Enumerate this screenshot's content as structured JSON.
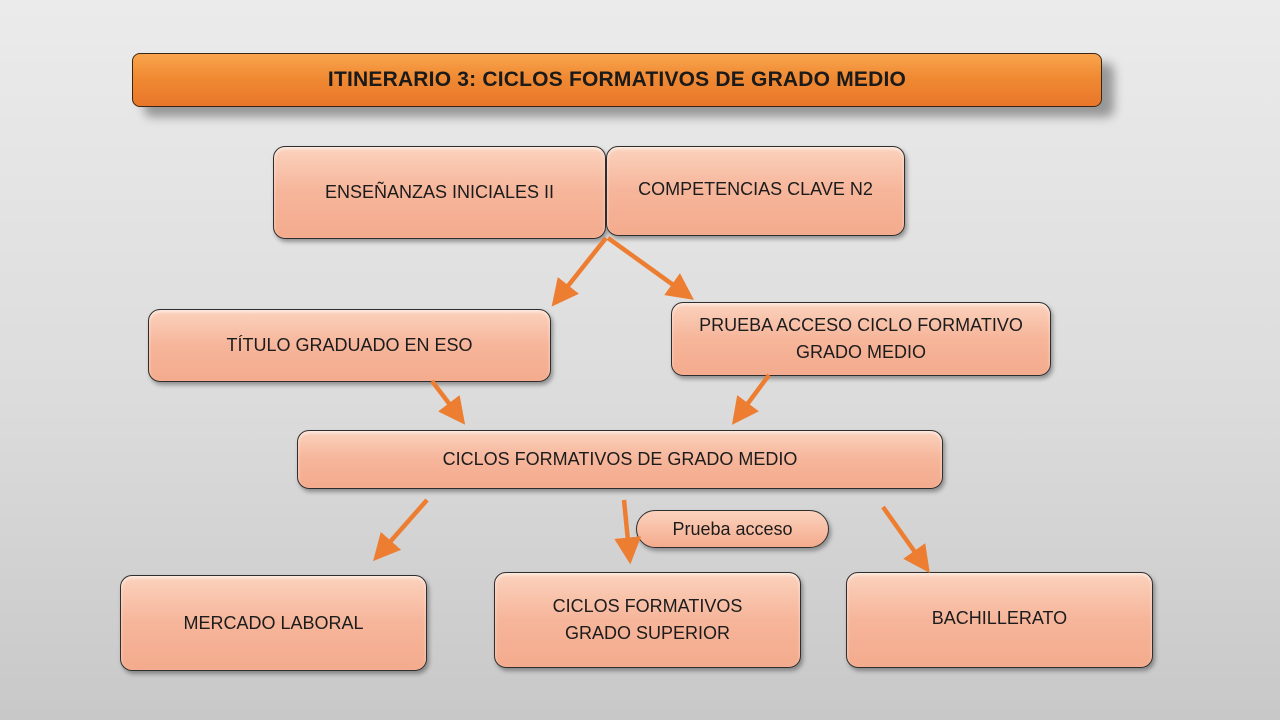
{
  "title": "ITINERARIO 3: CICLOS FORMATIVOS DE GRADO MEDIO",
  "nodes": {
    "ensenanzas": "ENSEÑANZAS INICIALES II",
    "competencias": "COMPETENCIAS CLAVE N2",
    "titulo_eso": "TÍTULO GRADUADO EN ESO",
    "prueba_acceso_line1": "PRUEBA ACCESO CICLO FORMATIVO",
    "prueba_acceso_line2": "GRADO MEDIO",
    "ciclos_medio": "CICLOS FORMATIVOS DE GRADO MEDIO",
    "mercado": "MERCADO LABORAL",
    "ciclos_superior_line1": "CICLOS FORMATIVOS",
    "ciclos_superior_line2": "GRADO SUPERIOR",
    "bachillerato": "BACHILLERATO"
  },
  "edge_label": "Prueba acceso",
  "colors": {
    "arrow": "#ed7d31",
    "title_bg": "#f08a33",
    "box_bg": "#f6b59a"
  }
}
